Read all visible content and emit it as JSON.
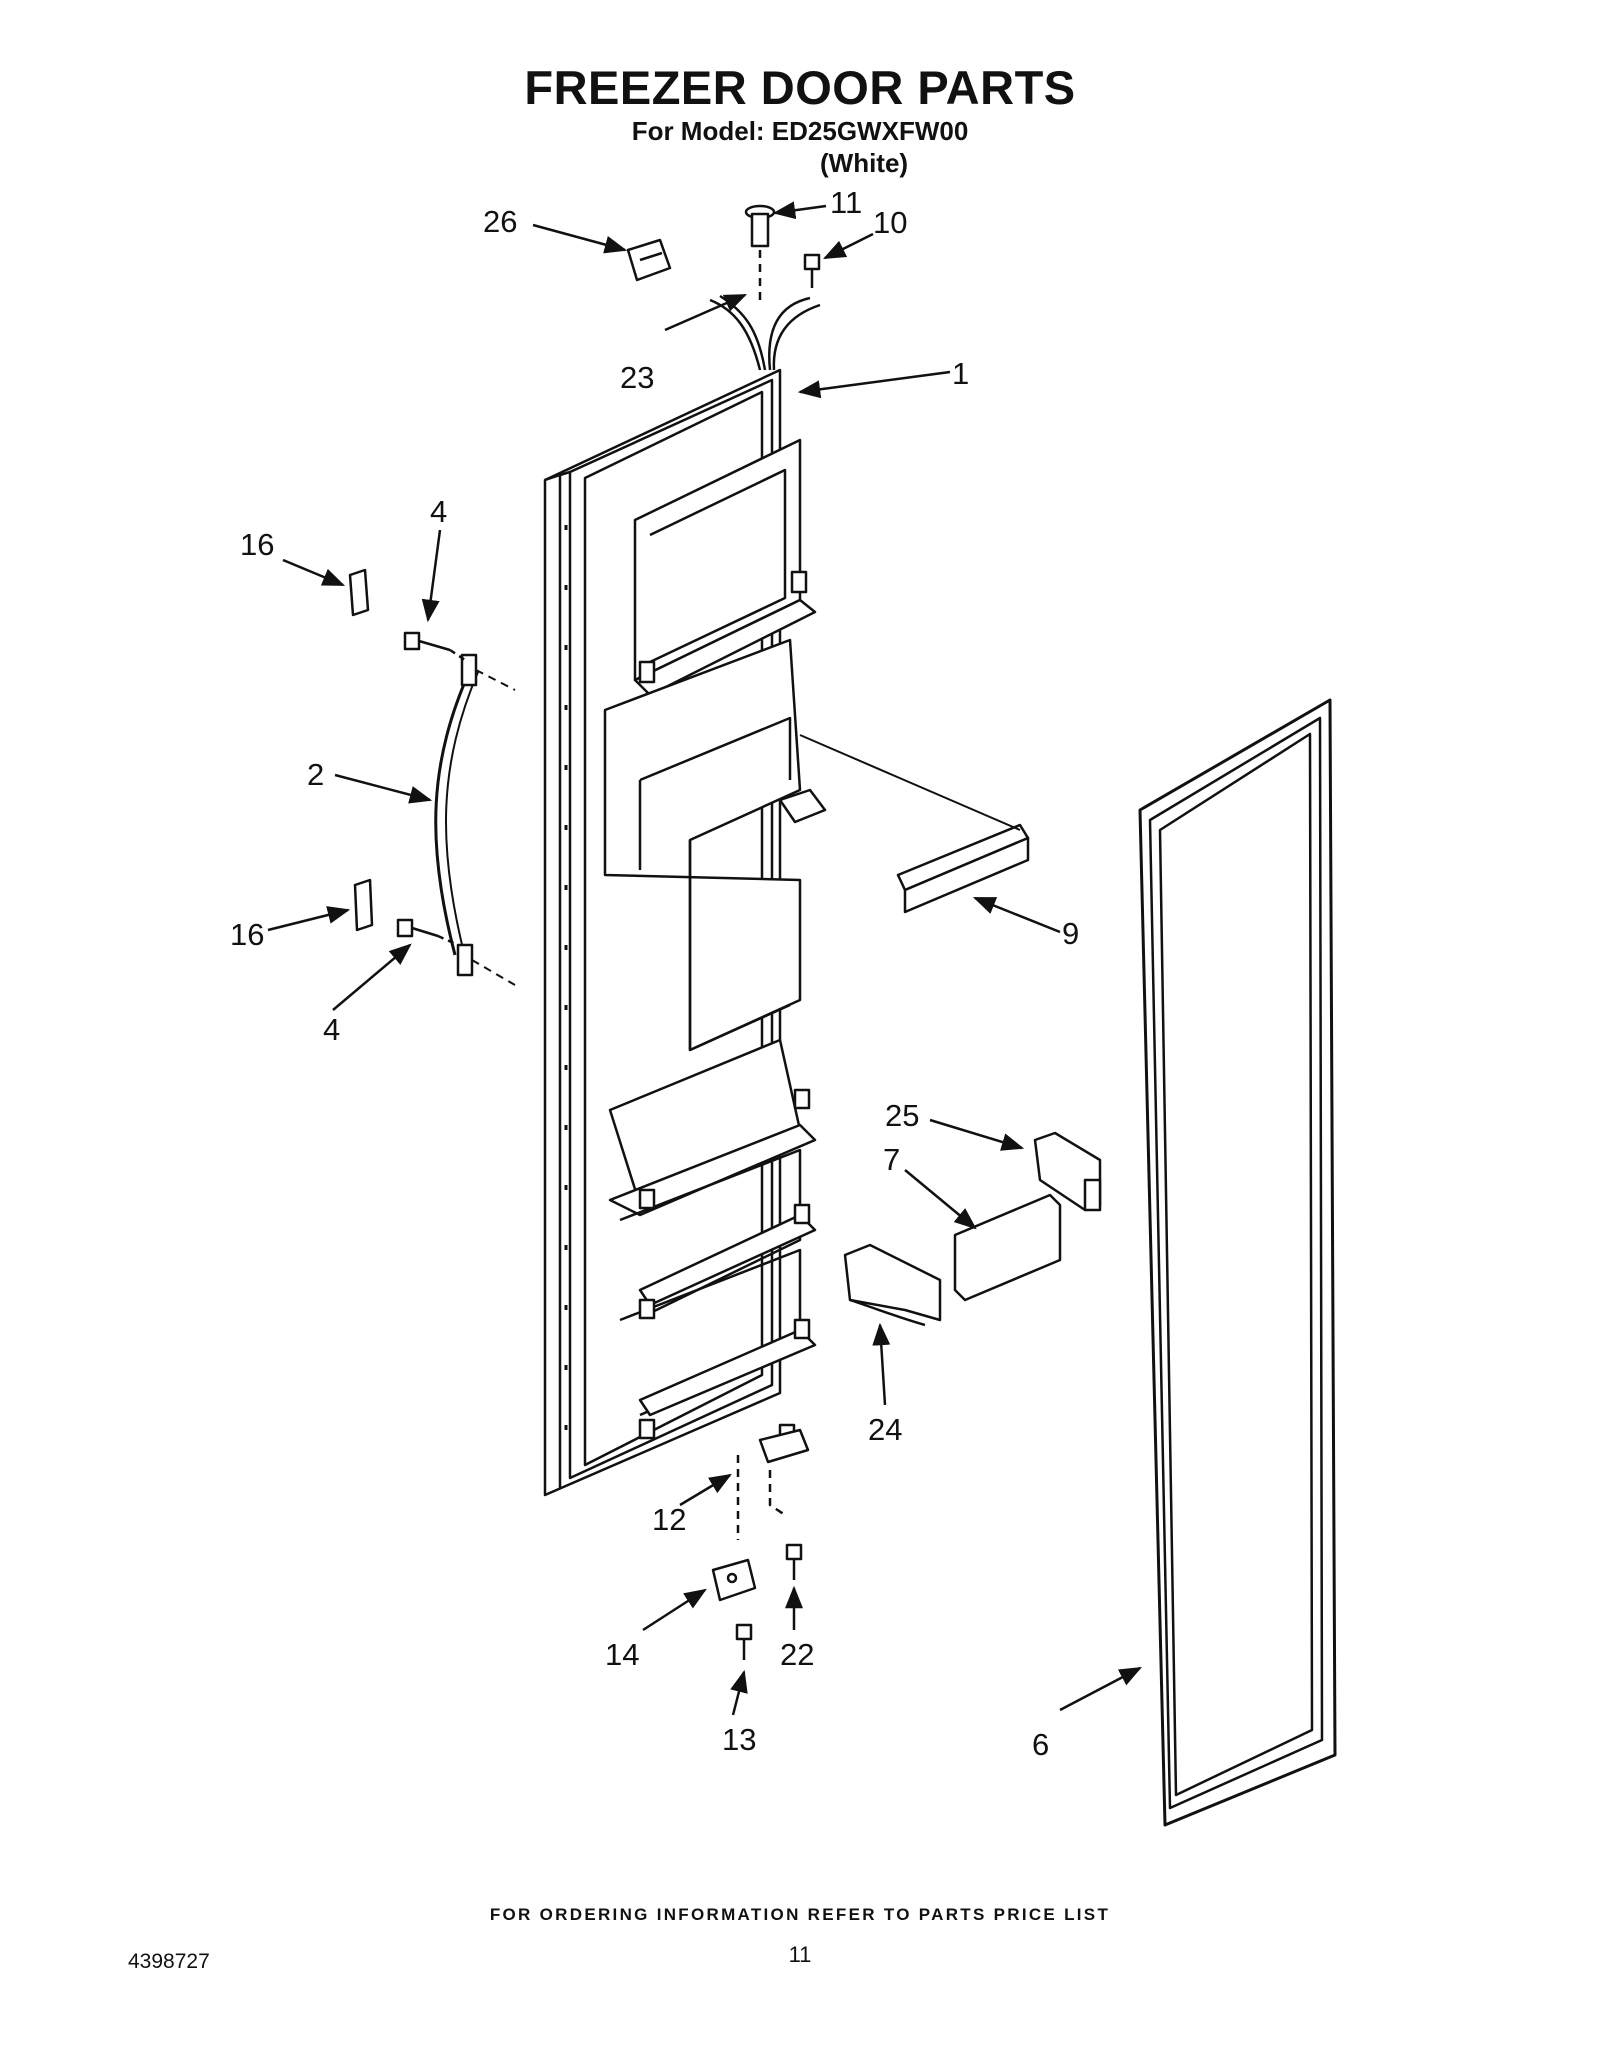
{
  "header": {
    "title": "FREEZER DOOR PARTS",
    "model_line": "For Model: ED25GWXFW00",
    "color_line": "(White)"
  },
  "callouts": {
    "door_panel": "1",
    "handle": "2",
    "handle_screw_top": "4",
    "handle_screw_bottom": "4",
    "door_gasket": "6",
    "shelf_end_cap_trim": "7",
    "bar_trim": "9",
    "top_screw": "10",
    "top_bushing": "11",
    "hinge_pin": "12",
    "bottom_screw": "13",
    "bottom_hinge_bracket": "14",
    "handle_cap_top": "16",
    "handle_cap_bottom": "16",
    "hinge_screw": "22",
    "wire_harness": "23",
    "shelf_end_cap_left": "24",
    "shelf_end_cap_right": "25",
    "connector": "26"
  },
  "footer": {
    "ordering_note": "FOR ORDERING INFORMATION REFER TO PARTS PRICE LIST",
    "document_number": "4398727",
    "page_number": "11"
  }
}
